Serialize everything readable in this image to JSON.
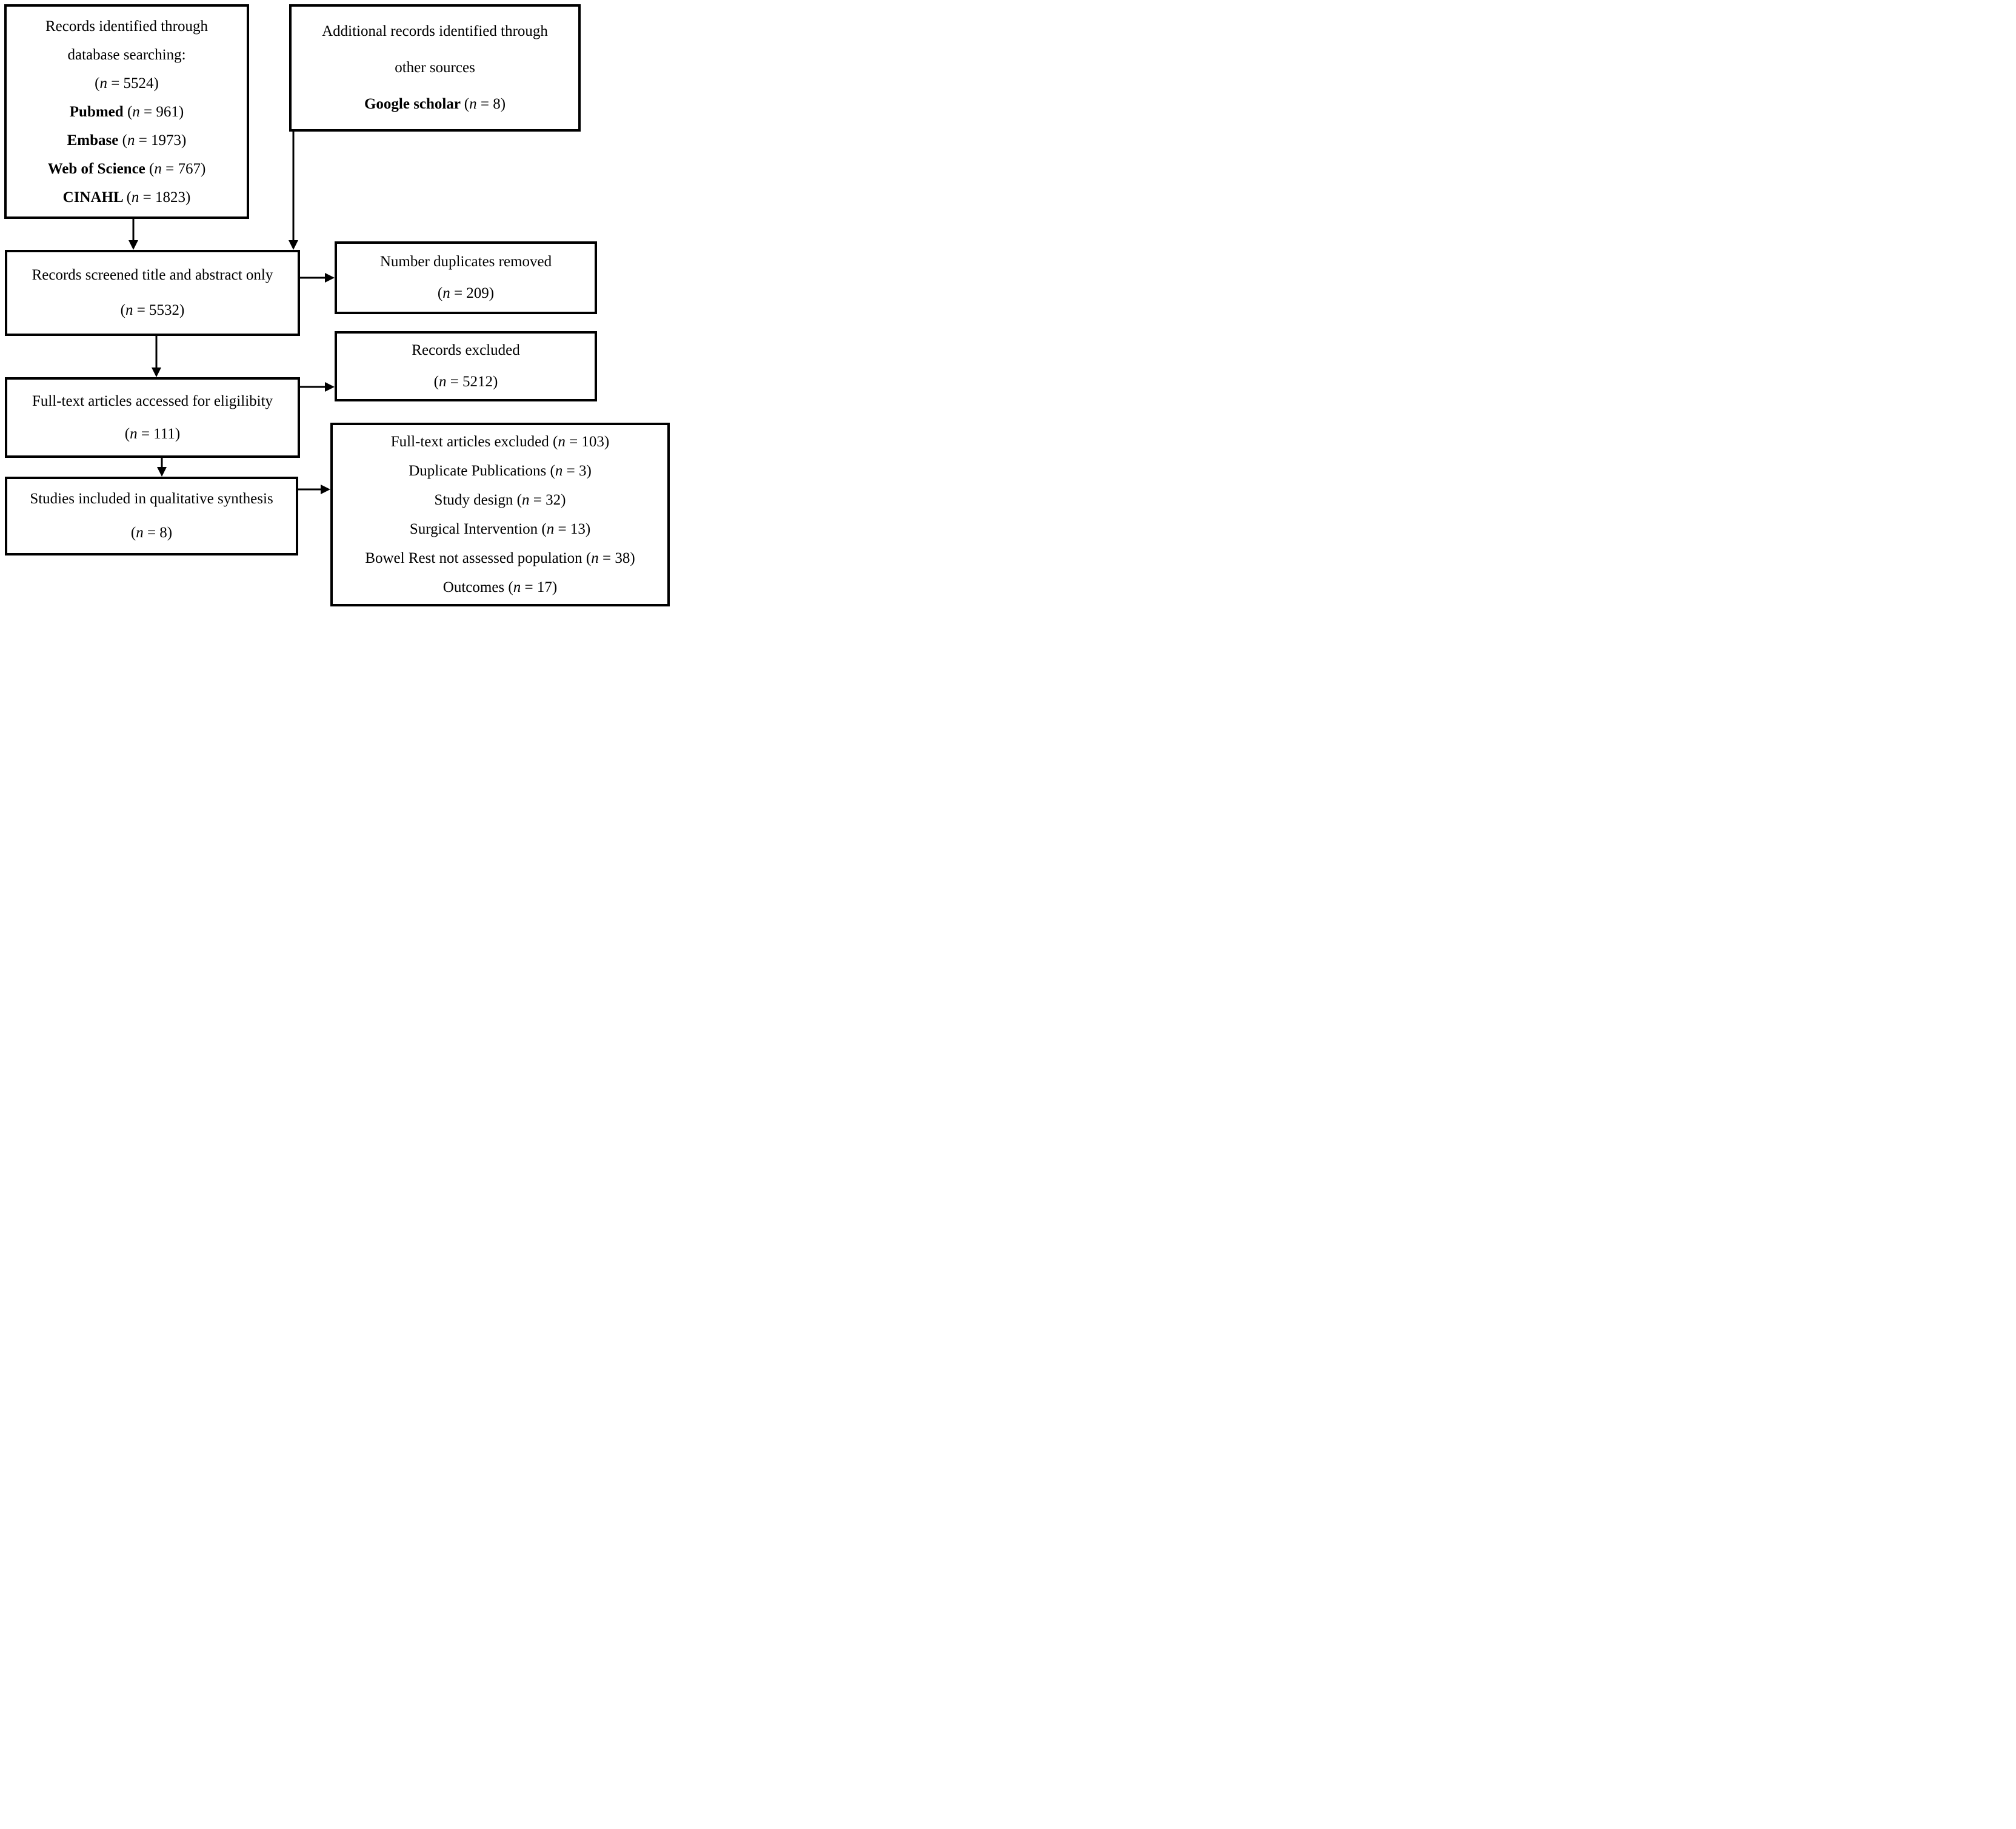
{
  "colors": {
    "background": "#ffffff",
    "border": "#000000",
    "text": "#000000"
  },
  "boxes": {
    "records_identified": {
      "lines": [
        [
          {
            "t": "Records identified through"
          }
        ],
        [
          {
            "t": "database searching:"
          }
        ],
        [
          {
            "t": "("
          },
          {
            "t": "n",
            "i": 1
          },
          {
            "t": " = 5524)"
          }
        ],
        [
          {
            "t": "Pubmed ",
            "b": 1
          },
          {
            "t": "("
          },
          {
            "t": "n",
            "i": 1
          },
          {
            "t": " = 961)"
          }
        ],
        [
          {
            "t": "Embase ",
            "b": 1
          },
          {
            "t": "("
          },
          {
            "t": "n",
            "i": 1
          },
          {
            "t": " = 1973)"
          }
        ],
        [
          {
            "t": "Web of Science ",
            "b": 1
          },
          {
            "t": "("
          },
          {
            "t": "n",
            "i": 1
          },
          {
            "t": " = 767)"
          }
        ],
        [
          {
            "t": "CINAHL ",
            "b": 1
          },
          {
            "t": "("
          },
          {
            "t": "n",
            "i": 1
          },
          {
            "t": " = 1823)"
          }
        ]
      ]
    },
    "additional_records": {
      "lines": [
        [
          {
            "t": "Additional records identified through"
          }
        ],
        [
          {
            "t": "other sources"
          }
        ],
        [
          {
            "t": "Google scholar ",
            "b": 1
          },
          {
            "t": "("
          },
          {
            "t": "n",
            "i": 1
          },
          {
            "t": " = 8)"
          }
        ]
      ]
    },
    "records_screened": {
      "lines": [
        [
          {
            "t": "Records screened title and abstract only"
          }
        ],
        [
          {
            "t": "("
          },
          {
            "t": "n",
            "i": 1
          },
          {
            "t": " = 5532)"
          }
        ]
      ]
    },
    "duplicates_removed": {
      "lines": [
        [
          {
            "t": "Number duplicates removed"
          }
        ],
        [
          {
            "t": "("
          },
          {
            "t": "n",
            "i": 1
          },
          {
            "t": " = 209)"
          }
        ]
      ]
    },
    "fulltext_eligibility": {
      "lines": [
        [
          {
            "t": "Full-text articles accessed for eligilibity"
          }
        ],
        [
          {
            "t": "("
          },
          {
            "t": "n",
            "i": 1
          },
          {
            "t": " = 111)"
          }
        ]
      ]
    },
    "records_excluded": {
      "lines": [
        [
          {
            "t": "Records excluded"
          }
        ],
        [
          {
            "t": "("
          },
          {
            "t": "n",
            "i": 1
          },
          {
            "t": " = 5212)"
          }
        ]
      ]
    },
    "qualitative_synthesis": {
      "lines": [
        [
          {
            "t": "Studies included in qualitative synthesis"
          }
        ],
        [
          {
            "t": "("
          },
          {
            "t": "n",
            "i": 1
          },
          {
            "t": " = 8)"
          }
        ]
      ]
    },
    "fulltext_excluded": {
      "lines": [
        [
          {
            "t": "Full-text articles excluded ("
          },
          {
            "t": "n",
            "i": 1
          },
          {
            "t": " = 103)"
          }
        ],
        [
          {
            "t": "Duplicate Publications ("
          },
          {
            "t": "n",
            "i": 1
          },
          {
            "t": " = 3)"
          }
        ],
        [
          {
            "t": "Study design ("
          },
          {
            "t": "n",
            "i": 1
          },
          {
            "t": " = 32)"
          }
        ],
        [
          {
            "t": "Surgical Intervention ("
          },
          {
            "t": "n",
            "i": 1
          },
          {
            "t": " = 13)"
          }
        ],
        [
          {
            "t": "Bowel Rest not assessed population ("
          },
          {
            "t": "n",
            "i": 1
          },
          {
            "t": " = 38)"
          }
        ],
        [
          {
            "t": "Outcomes ("
          },
          {
            "t": "n",
            "i": 1
          },
          {
            "t": " = 17)"
          }
        ]
      ]
    }
  }
}
